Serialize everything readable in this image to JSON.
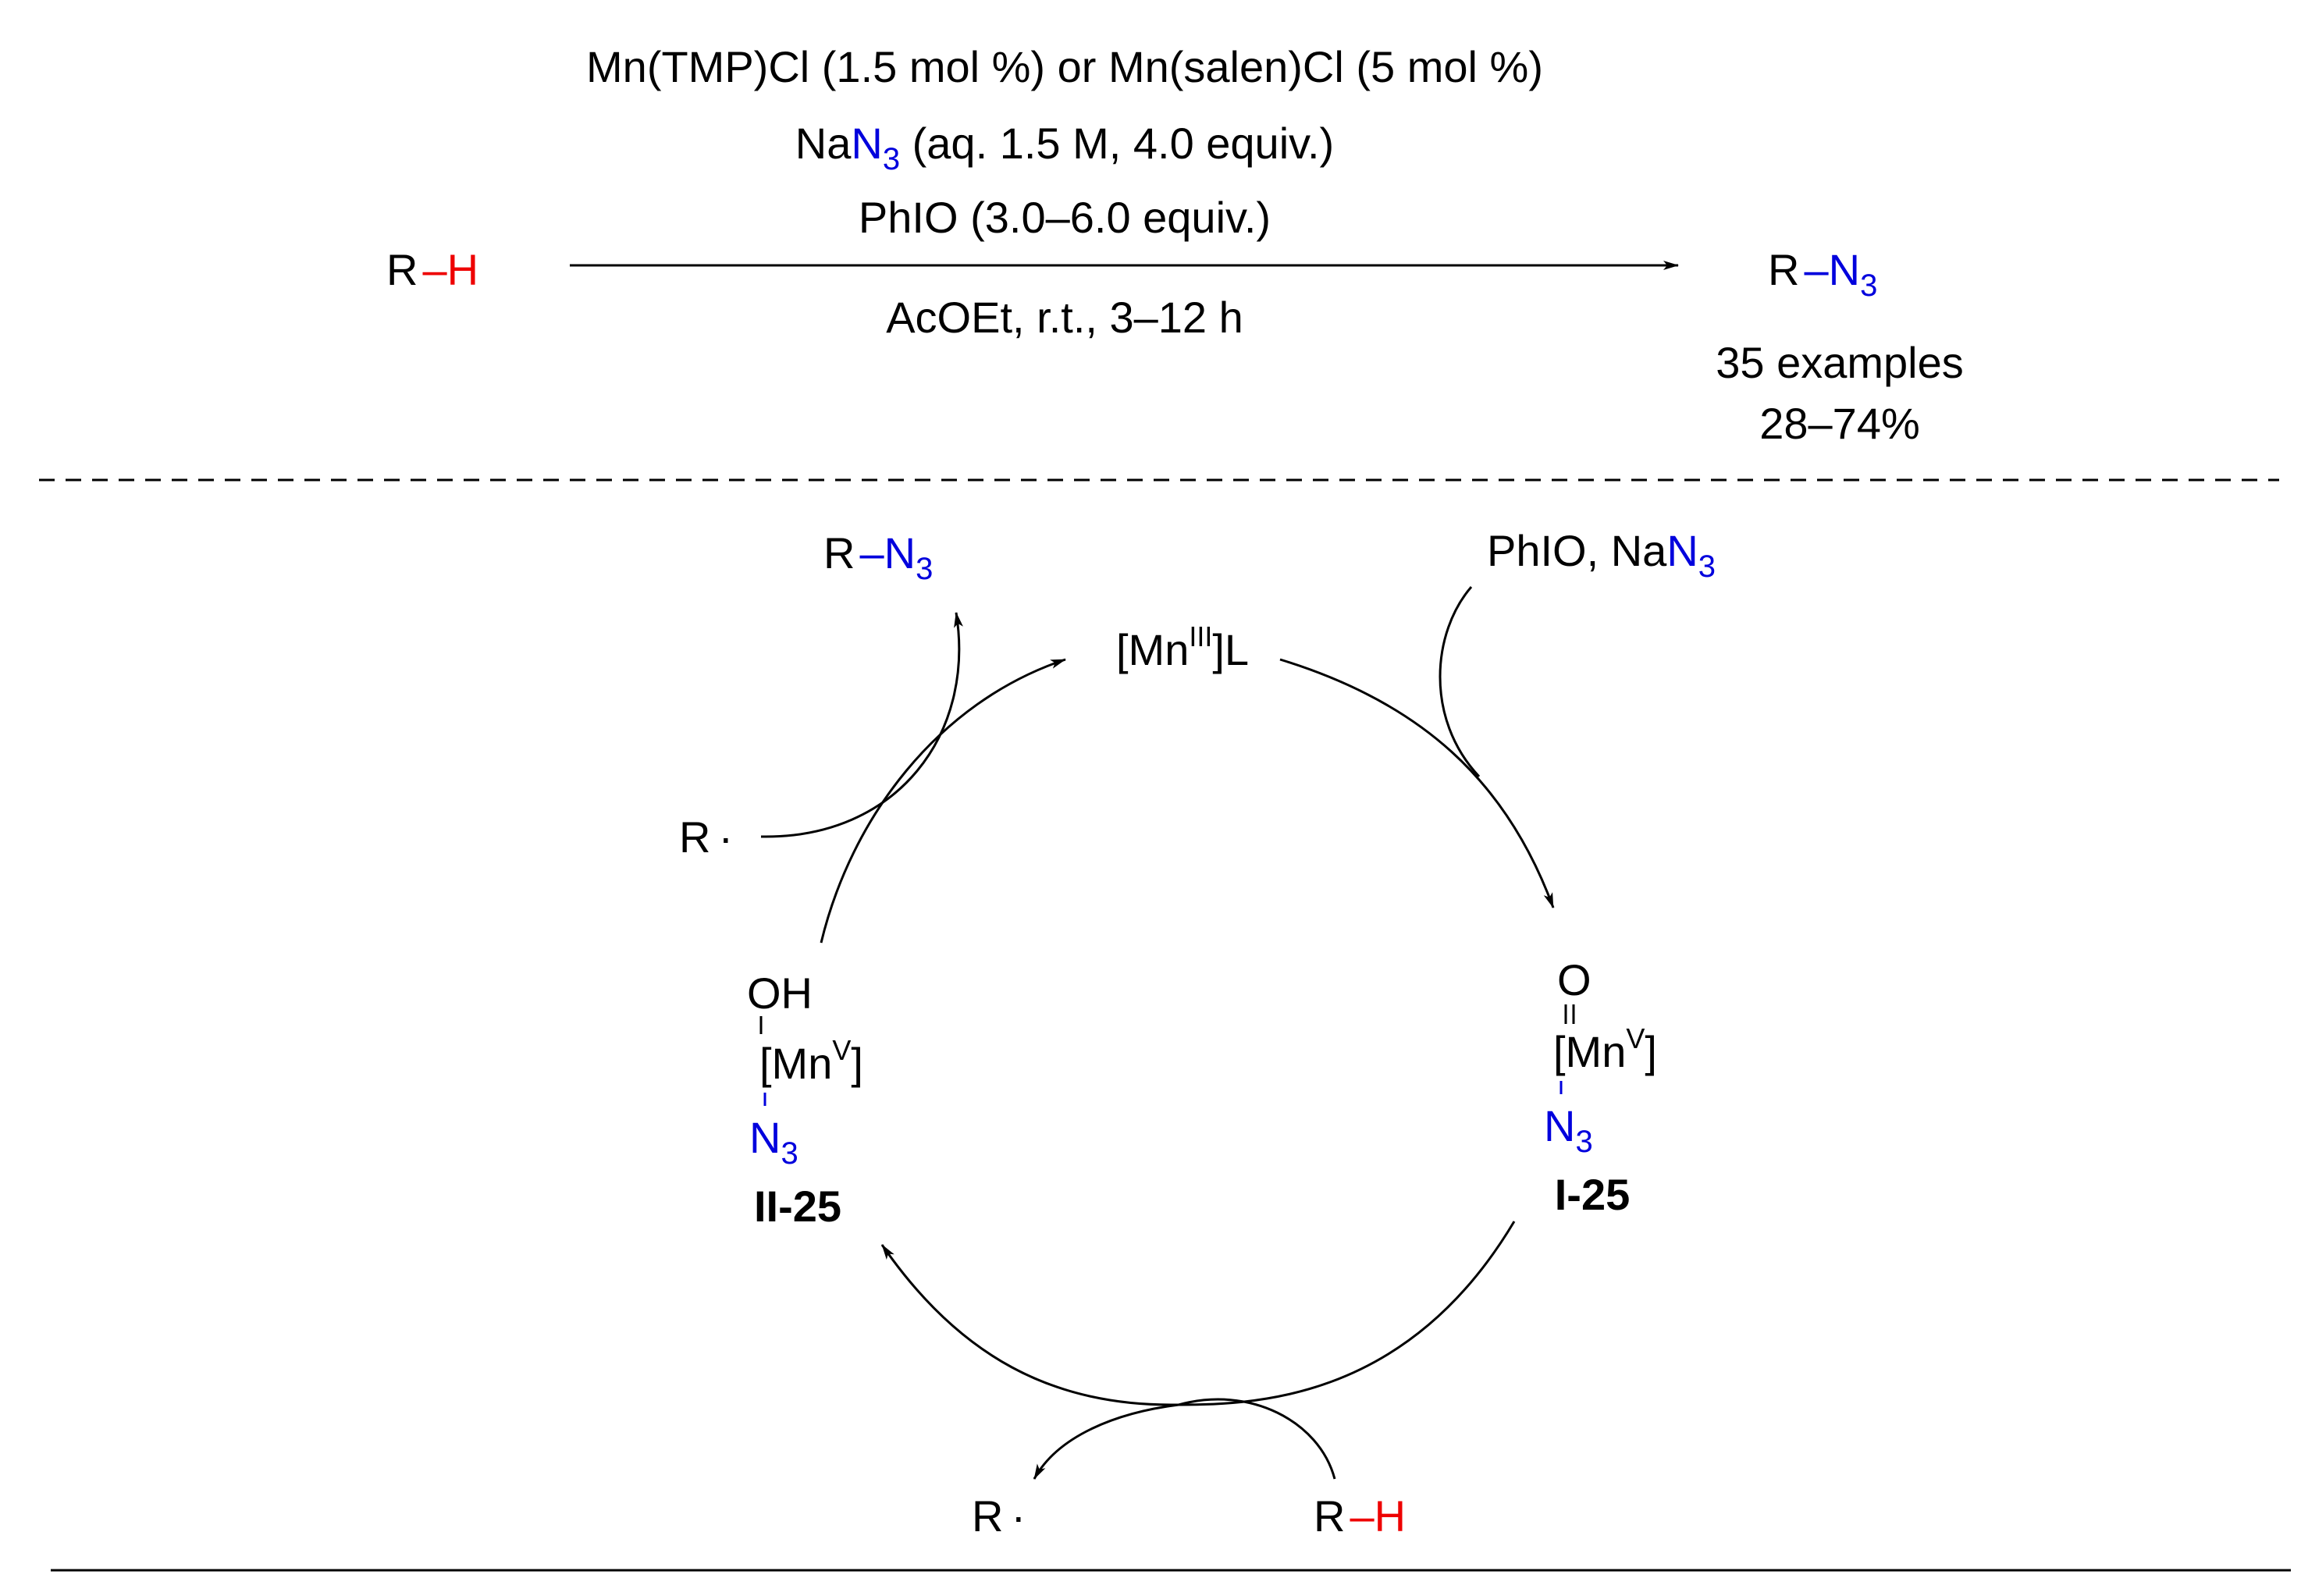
{
  "colors": {
    "text": "#000000",
    "azide": "#0000dd",
    "hydrogen": "#ee0000"
  },
  "reaction": {
    "reactant": {
      "r": "R",
      "bond": "–",
      "h": "H"
    },
    "conditions_above": [
      "Mn(TMP)Cl (1.5 mol %) or Mn(salen)Cl (5 mol %)",
      {
        "prefix": "Na",
        "n": "N",
        "sub": "3",
        "suffix": " (aq. 1.5 M, 4.0 equiv.)"
      },
      "PhIO (3.0–6.0 equiv.)"
    ],
    "conditions_below": "AcOEt, r.t., 3–12 h",
    "product": {
      "r": "R",
      "bond": "–",
      "n": "N",
      "sub": "3"
    },
    "examples": "35 examples",
    "yield": "28–74%"
  },
  "cycle": {
    "catalyst": {
      "open": "[Mn",
      "ox": "III",
      "close": "]L"
    },
    "reagents": {
      "prefix": "PhIO, Na",
      "n": "N",
      "sub": "3"
    },
    "product": {
      "r": "R",
      "bond": "–",
      "n": "N",
      "sub": "3"
    },
    "intermediate_I": {
      "oxo": "O",
      "bond": "=",
      "metal": {
        "open": "[Mn",
        "ox": "V",
        "close": "]"
      },
      "n": "N",
      "sub": "3",
      "label": "I-25"
    },
    "intermediate_II": {
      "hydroxo": "OH",
      "metal": {
        "open": "[Mn",
        "ox": "V",
        "close": "]"
      },
      "n": "N",
      "sub": "3",
      "label": "II-25"
    },
    "radical_left": {
      "r": "R",
      "dot": "·"
    },
    "radical_bottom": {
      "r": "R",
      "dot": "·"
    },
    "substrate_bottom": {
      "r": "R",
      "bond": "–",
      "h": "H"
    }
  }
}
